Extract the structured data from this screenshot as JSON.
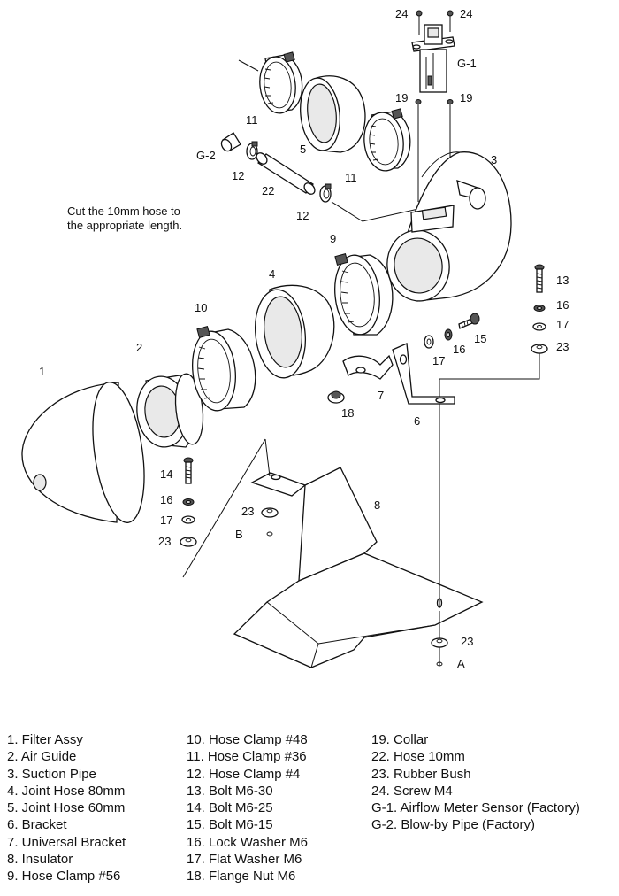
{
  "note": {
    "line1": "Cut the 10mm hose to",
    "line2": "the appropriate length."
  },
  "callouts": {
    "c1": "1",
    "c2": "2",
    "c3": "3",
    "c4": "4",
    "c5": "5",
    "c6": "6",
    "c7": "7",
    "c8": "8",
    "c9": "9",
    "c10": "10",
    "c11a": "11",
    "c11b": "11",
    "c12a": "12",
    "c12b": "12",
    "c13": "13",
    "c14": "14",
    "c15": "15",
    "c16a": "16",
    "c16b": "16",
    "c16c": "16",
    "c17a": "17",
    "c17b": "17",
    "c17c": "17",
    "c18": "18",
    "c19a": "19",
    "c19b": "19",
    "c22": "22",
    "c23a": "23",
    "c23b": "23",
    "c23c": "23",
    "c23d": "23",
    "c24a": "24",
    "c24b": "24",
    "cg1": "G-1",
    "cg2": "G-2",
    "ca": "A",
    "cb": "B"
  },
  "legend": {
    "col1": [
      "1. Filter Assy",
      "2. Air Guide",
      "3. Suction Pipe",
      "4. Joint Hose  80mm",
      "5. Joint Hose  60mm",
      "6. Bracket",
      "7. Universal Bracket",
      "8. Insulator",
      "9. Hose Clamp  #56"
    ],
    "col2": [
      "10. Hose Clamp  #48",
      "11. Hose Clamp  #36",
      "12. Hose Clamp  #4",
      "13. Bolt  M6-30",
      "14. Bolt  M6-25",
      "15. Bolt  M6-15",
      "16. Lock Washer  M6",
      "17. Flat Washer  M6",
      "18. Flange Nut  M6"
    ],
    "col3": [
      "19. Collar",
      "22. Hose  10mm",
      "23. Rubber Bush",
      "24. Screw  M4",
      "G-1. Airflow Meter Sensor (Factory)",
      "G-2. Blow-by Pipe (Factory)"
    ]
  }
}
